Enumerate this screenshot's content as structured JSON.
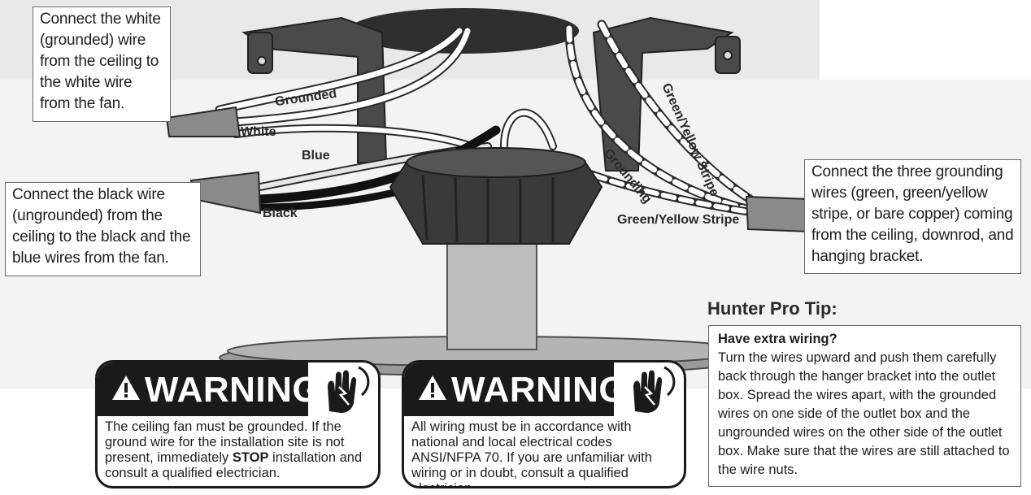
{
  "callouts": {
    "white_wire": "Connect the white (grounded) wire from the ceiling to the white wire from the fan.",
    "black_wire": "Connect the black wire (ungrounded) from the ceiling to the black and the blue wires from the fan.",
    "ground_wire": "Connect the three grounding wires (green, green/yellow stripe, or bare copper) coming from the ceiling, downrod, and hanging bracket."
  },
  "wire_labels": {
    "grounded": "Grounded",
    "white": "White",
    "blue": "Blue",
    "black": "Black",
    "grounding": "Grounding",
    "green_yellow_1": "Green/Yellow Stripe",
    "green_yellow_2": "Green/Yellow Stripe"
  },
  "pro_tip": {
    "title": "Hunter Pro Tip:",
    "heading": "Have extra wiring?",
    "text": "Turn the wires upward and push them carefully back through the hanger bracket into the outlet box. Spread the wires apart, with the grounded wires on one side of the outlet box and the ungrounded wires on the other side of the outlet box. Make sure that the wires are still attached to the wire nuts."
  },
  "warnings": [
    {
      "title": "WARNING",
      "text_before": "The ceiling fan must be grounded. If the ground wire for the installation site is not present, immediately ",
      "text_bold": "STOP",
      "text_after": " installation and consult a qualified electrician."
    },
    {
      "title": "WARNING",
      "text": "All wiring must be in accordance with national and local electrical codes ANSI/NFPA 70.  If you are unfamiliar with wiring or in doubt, consult a qualified electrician."
    }
  ],
  "colors": {
    "dark": "#2f2f2f",
    "housing": "#3a3a3a",
    "band": "#f3f3f3"
  }
}
